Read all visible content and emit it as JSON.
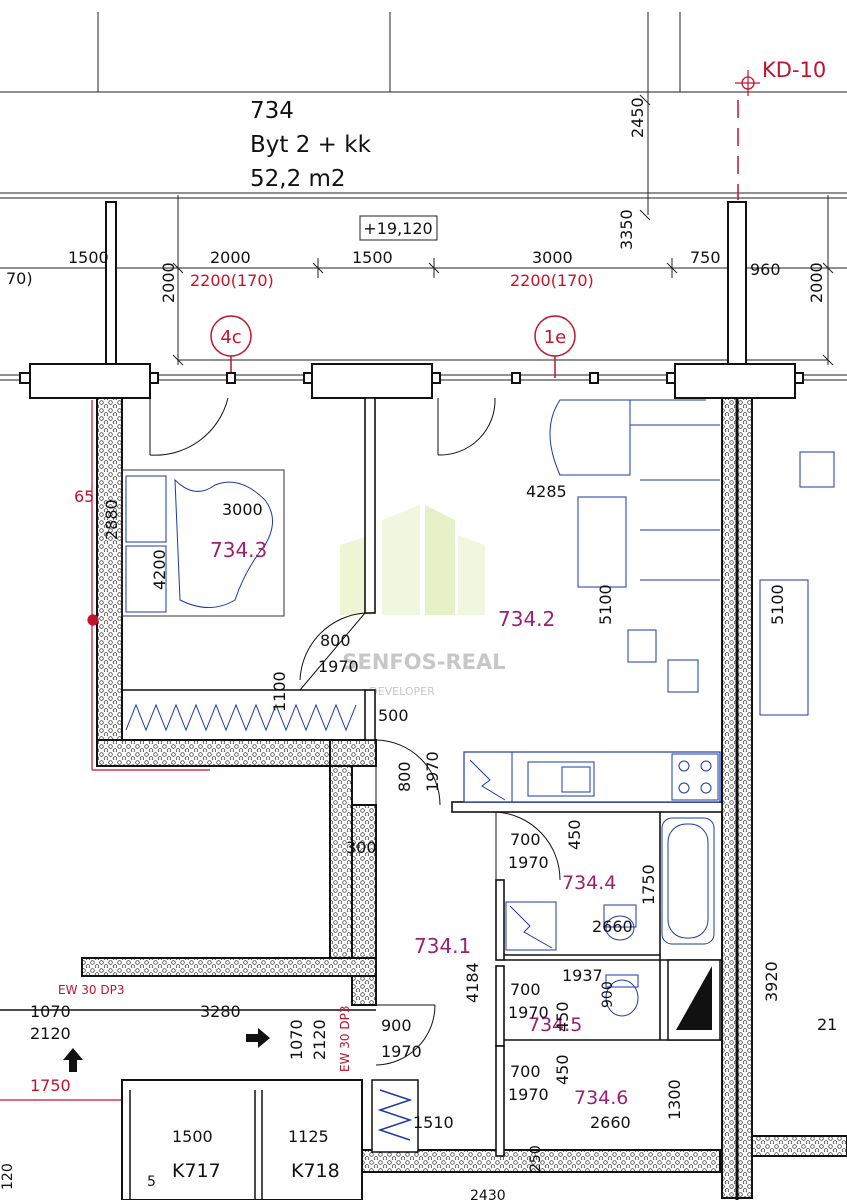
{
  "unit": {
    "number": "734",
    "type": "Byt 2 + kk",
    "area": "52,2 m2"
  },
  "elevation": "+19,120",
  "kd_label": "KD-10",
  "axes": [
    "4c",
    "1e"
  ],
  "rooms": [
    {
      "id": "734.3"
    },
    {
      "id": "734.2"
    },
    {
      "id": "734.4"
    },
    {
      "id": "734.1"
    },
    {
      "id": "734.5"
    },
    {
      "id": "734.6"
    }
  ],
  "cellars": [
    "K717",
    "K718"
  ],
  "fire_door": "EW 30 DP3",
  "watermark": {
    "name": "SENFOS-REAL",
    "sub": "DEVELOPER"
  },
  "window_labels": [
    "2200(170)",
    "2200(170)"
  ],
  "dimensions": {
    "d2450": "2450",
    "d3350": "3350",
    "d1500a": "1500",
    "d2000a": "2000",
    "d1500b": "1500",
    "d3000a": "3000",
    "d750": "750",
    "d960": "960",
    "d2000v1": "2000",
    "d2000v2": "2000",
    "d70": "70)",
    "d4285": "4285",
    "d3000b": "3000",
    "d2880": "2880",
    "d4200": "4200",
    "d65": "65",
    "d5100a": "5100",
    "d5100b": "5100",
    "d800a": "800",
    "d1970a": "1970",
    "d1100": "1100",
    "d500": "500",
    "d800b": "800",
    "d1970b": "1970",
    "d300": "300",
    "d700a": "700",
    "d1970c": "1970",
    "d450a": "450",
    "d1750v": "1750",
    "d2660a": "2660",
    "d3920": "3920",
    "d4184": "4184",
    "d1937": "1937",
    "d700b": "700",
    "d1970d": "1970",
    "d450b": "450",
    "d900v": "900",
    "d21": "21",
    "d700c": "700",
    "d1970e": "1970",
    "d450c": "450",
    "d2660b": "2660",
    "d1300": "1300",
    "d1070a": "1070",
    "d2120a": "2120",
    "d3280": "3280",
    "d1070v": "1070",
    "d2120v": "2120",
    "d900": "900",
    "d1970f": "1970",
    "d1750red": "1750",
    "d1510": "1510",
    "d1500c": "1500",
    "d1125": "1125",
    "d250": "250",
    "d2430": "2430",
    "d120": "120",
    "d5": "5"
  },
  "colors": {
    "wall": "#111111",
    "annotation_red": "#c0142b",
    "room_label": "#9b1f72",
    "appliance_blue": "#1a3aa8",
    "watermark_green": "#d8e8a6"
  }
}
